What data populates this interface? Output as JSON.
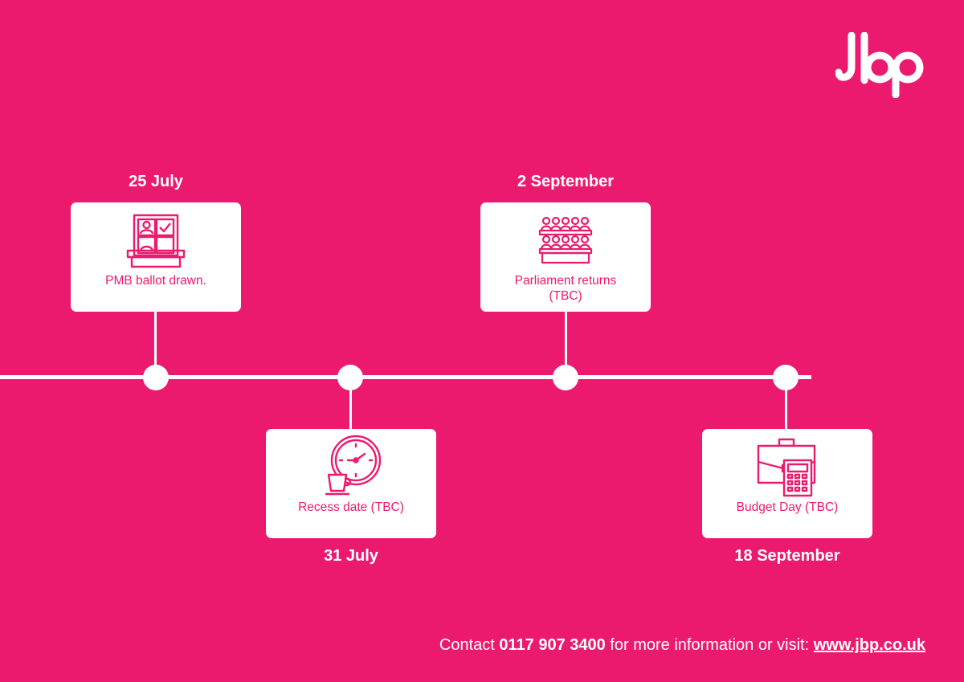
{
  "brand": {
    "logo_text": "Jbp",
    "background_color": "#ec1a6e",
    "card_text_color": "#ec1a6e"
  },
  "events": [
    {
      "date": "25 July",
      "label": "PMB ballot drawn.",
      "icon": "ballot-box-icon"
    },
    {
      "date": "31 July",
      "label": "Recess date (TBC)",
      "icon": "clock-coffee-icon"
    },
    {
      "date": "2 September",
      "label": "Parliament returns (TBC)",
      "icon": "parliament-benches-icon"
    },
    {
      "date": "18 September",
      "label": "Budget Day (TBC)",
      "icon": "briefcase-calculator-icon"
    }
  ],
  "footer": {
    "prefix": "Contact ",
    "phone": "0117 907 3400",
    "middle": " for more information or visit: ",
    "url": "www.jbp.co.uk"
  }
}
